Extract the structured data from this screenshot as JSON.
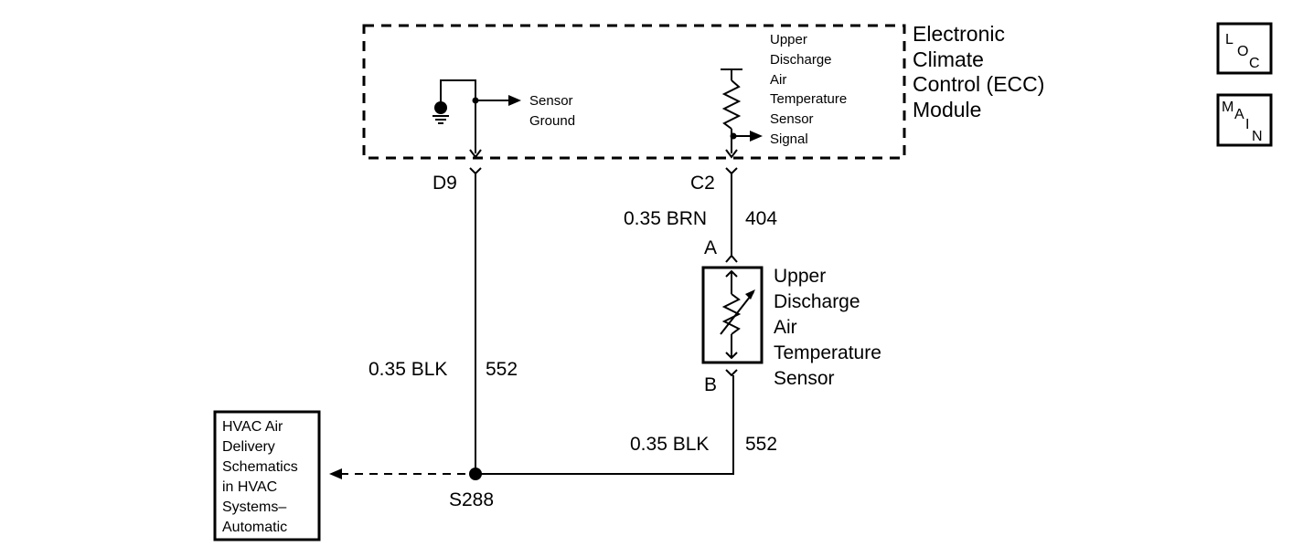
{
  "module": {
    "name_lines": [
      "Electronic",
      "Climate",
      "Control (ECC)",
      "Module"
    ],
    "sensor_ground_lines": [
      "Sensor",
      "Ground"
    ],
    "internal_sensor_lines": [
      "Upper",
      "Discharge",
      "Air",
      "Temperature",
      "Sensor"
    ],
    "signal_label": "Signal"
  },
  "connectors": {
    "left_pin": "D9",
    "right_pin": "C2",
    "sensor_pin_top": "A",
    "sensor_pin_bottom": "B"
  },
  "wires": {
    "right_upper_gauge_color": "0.35 BRN",
    "right_upper_circuit": "404",
    "left_gauge_color": "0.35 BLK",
    "left_circuit": "552",
    "right_lower_gauge_color": "0.35 BLK",
    "right_lower_circuit": "552"
  },
  "sensor": {
    "name_lines": [
      "Upper",
      "Discharge",
      "Air",
      "Temperature",
      "Sensor"
    ]
  },
  "splice": {
    "label": "S288"
  },
  "reference_box": {
    "lines": [
      "HVAC Air",
      "Delivery",
      "Schematics",
      "in HVAC",
      "Systems–",
      "Automatic"
    ]
  },
  "nav_buttons": {
    "loc": {
      "l1": "L",
      "l2": "O",
      "l3": "C"
    },
    "main": {
      "l1": "M",
      "l2": "A",
      "l3": "I",
      "l4": "N"
    }
  }
}
